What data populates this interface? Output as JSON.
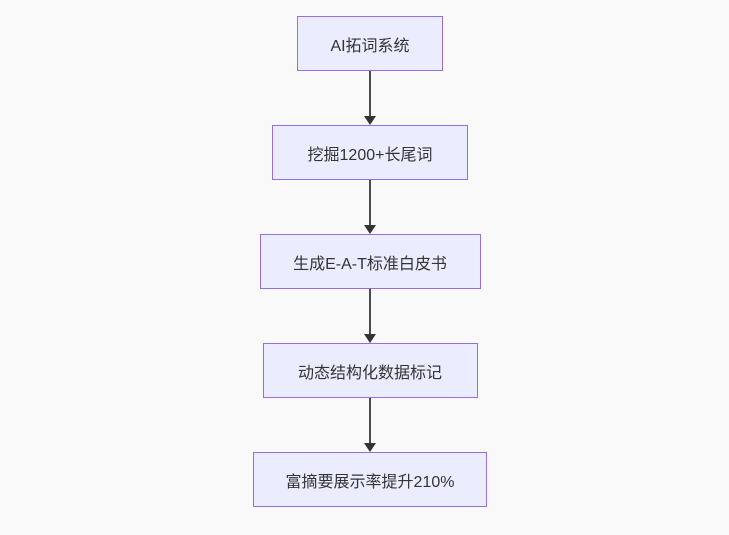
{
  "page": {
    "background_color": "#f9f9f9"
  },
  "diagram": {
    "type": "flowchart",
    "direction": "top-down",
    "style": {
      "node_fill": "#ECECFF",
      "node_border": "#9370DB",
      "edge_color": "#333333",
      "text_color": "#333333"
    },
    "nodes": [
      {
        "label": "AI拓词系统"
      },
      {
        "label": "挖掘1200+长尾词"
      },
      {
        "label": "生成E-A-T标准白皮书"
      },
      {
        "label": "动态结构化数据标记"
      },
      {
        "label": "富摘要展示率提升210%"
      }
    ],
    "edges": [
      {
        "from": 0,
        "to": 1
      },
      {
        "from": 1,
        "to": 2
      },
      {
        "from": 2,
        "to": 3
      },
      {
        "from": 3,
        "to": 4
      }
    ]
  }
}
